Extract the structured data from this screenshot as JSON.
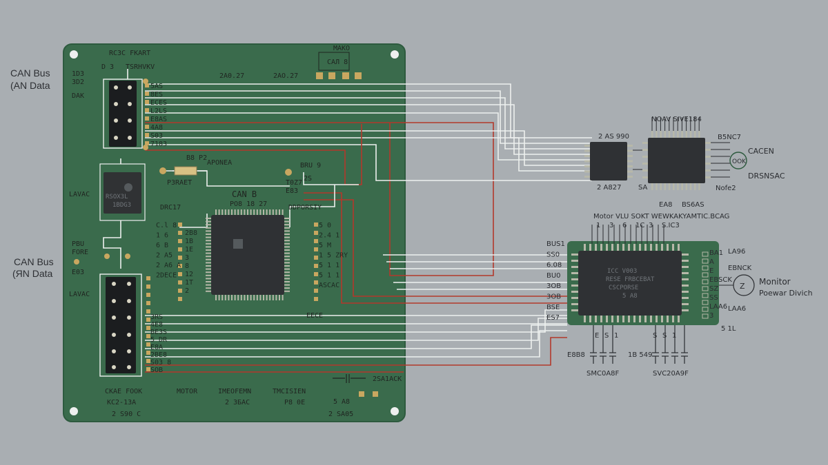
{
  "left_labels": {
    "can_bus_top": "CAN Bus",
    "can_data_top": "(AN Data",
    "can_bus_bottom": "CAN Bus",
    "can_data_bottom": "(ЯN Data"
  },
  "board": {
    "top_labels": [
      "RC3C FKART",
      "D 3",
      "TSRHVKV",
      "1D3",
      "3D2",
      "DAK"
    ],
    "header_a": "MAKO",
    "header_b": "CAЛ 8",
    "values_top": [
      "2A0.27",
      "2AO.27"
    ],
    "side_labels": [
      "LAVAC",
      "LAVAC"
    ],
    "ic_left_text": [
      "RSOX3L",
      "1BDG3"
    ],
    "mcu_title": "CAN B",
    "mcu_sub": "PO8 18 27",
    "mcu_left_header": "DRC17",
    "mcu_right_header": "DDPORSIY",
    "mcu_left_pins": [
      "C.l 8",
      "1 6",
      "6 B",
      "2 A5",
      "2 A6 A",
      "2DECE"
    ],
    "mcu_right_pins": [
      "5 0",
      "2.4 1",
      "5 M",
      "1 5 ZRY",
      "5 1 1",
      "5 1 1",
      "ASCAC"
    ],
    "mcu_right_pin_vals": [
      "2B8",
      "1B",
      "1E",
      "3",
      "8",
      "12",
      "1T",
      "2"
    ],
    "resistor_label": "B8 P2",
    "resistor_note": "APONEA",
    "resistor_id": "P3RAET",
    "node_label": "BRU 9",
    "node_sub": [
      "T0Z7",
      "2S",
      "E83"
    ],
    "mcu_bottom": "EECE",
    "pins_bottom_left": [
      "PBU",
      "FORE"
    ],
    "pin_tag": "E03",
    "bottom_labels": [
      "CKAE FOOK",
      "KC2-13A",
      "2 S90 C",
      "MOTOR",
      "IMEOFEMN",
      "2 ЗБАС",
      "TMCISIEN",
      "P8 0E",
      "2 SA05",
      "2SA1ACK",
      "5 A8"
    ],
    "pin_labels_top": [
      "5AS",
      "8ES",
      "ECES",
      "L2LS",
      "E8AS",
      "4A8",
      "S03",
      "7183"
    ],
    "pin_labels_bottom": [
      "3RS",
      "4E8",
      "BE3S",
      "5 DR",
      "E8A",
      "2BE8",
      "S03 8",
      "SOB"
    ]
  },
  "chip_small_a": {
    "label_top": "2 AS 990",
    "label_bottom": "2 A827"
  },
  "chip_small_b": {
    "label_top": "NOAV SIVE184",
    "label_left": "SA",
    "label_right": "B5NC7",
    "label_right_b": "Nofe2",
    "bottom_labels": [
      "EA8",
      "BS6AS"
    ],
    "ext_top": "CACEN",
    "ext_mid": "DRSNSAC",
    "circle": "OOK"
  },
  "chip_large": {
    "title": "Motor VLU SOKT WEWKAKYAMTIC.BCAG",
    "pin_top_labels": [
      "1",
      "3",
      "6",
      "1C",
      "3",
      "S.IC3"
    ],
    "left_pins": [
      "BUS1",
      "SS0",
      "6.08",
      "BU0",
      "3OB",
      "3OB",
      "BSE",
      "ES7"
    ],
    "right_pins": [
      "BA1",
      "A",
      "E",
      "EBSCK",
      "SZ",
      "SS",
      "LAA6",
      "3"
    ],
    "text": [
      "ICC V003",
      "RESE FRBCEBAT",
      "CSCPORSE",
      "5 A8"
    ],
    "ext_right_top": "LA96",
    "ext_right_mid": "EBNCK",
    "ext_right_bot": "LAA6",
    "ext_right_last": "5 1L",
    "bottom_labels_a": [
      "E",
      "S",
      "1"
    ],
    "bottom_labels_b": [
      "S",
      "S",
      "1"
    ],
    "caps_left_label": "E8B8",
    "caps_left_tag": "SMC0A8F",
    "caps_mid_label": "1B 549",
    "caps_right_tag": "SVC20A9F"
  },
  "motor": {
    "symbol": "Z",
    "label": "Monitor",
    "sub": "Poewar Divich"
  },
  "colors": {
    "background": "#a9aeb2",
    "board": "#3a6b4c",
    "board_edge": "#2d5a3e",
    "trace_white": "#eef0ef",
    "trace_red": "#b3382b",
    "chip": "#2f3134",
    "pin": "#b7b8a9",
    "pad": "#c9a760"
  }
}
